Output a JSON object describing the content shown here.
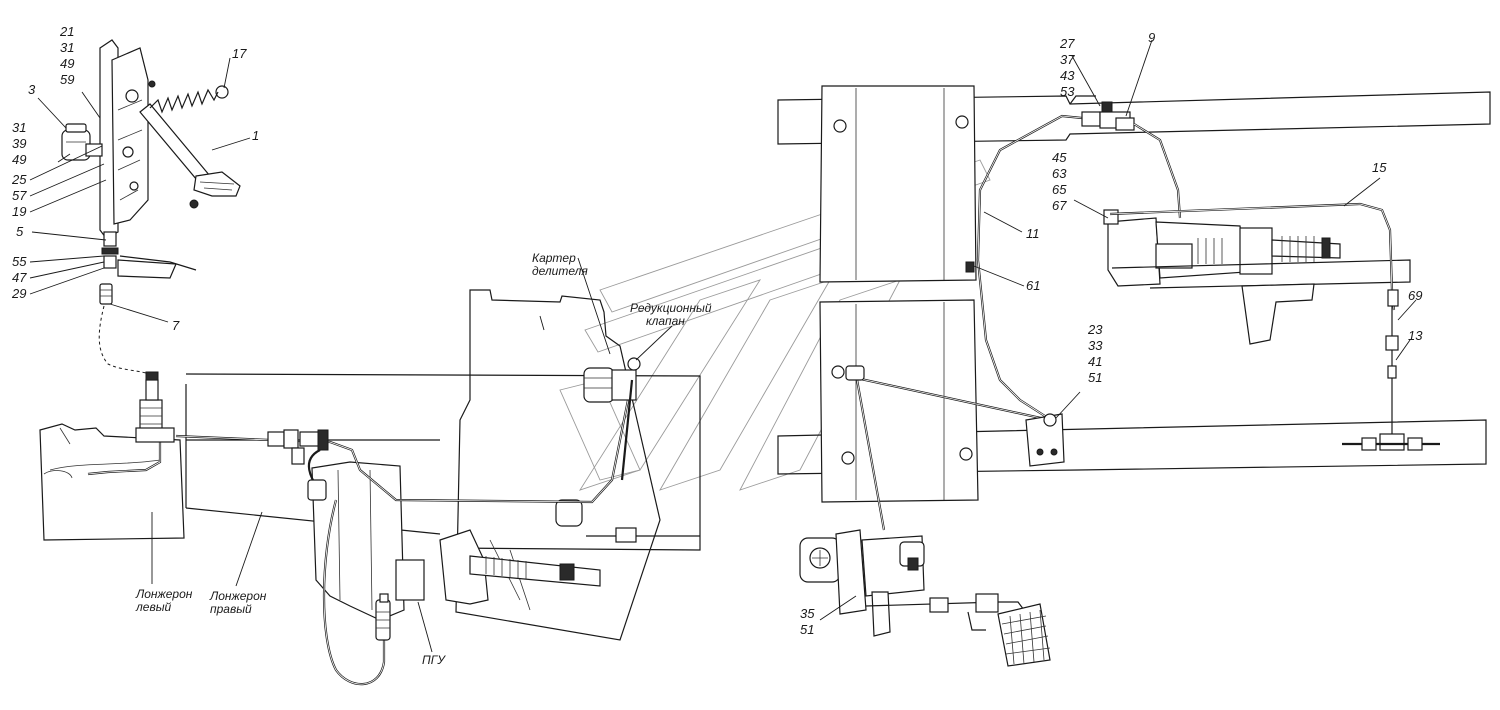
{
  "callouts": {
    "c21": "21",
    "c31a": "31",
    "c49a": "49",
    "c59": "59",
    "c3": "3",
    "c31b": "31",
    "c39": "39",
    "c49b": "49",
    "c25": "25",
    "c57": "57",
    "c19": "19",
    "c5": "5",
    "c55": "55",
    "c47": "47",
    "c29": "29",
    "c7": "7",
    "c17": "17",
    "c1": "1",
    "c27": "27",
    "c37": "37",
    "c43": "43",
    "c53": "53",
    "c9": "9",
    "c45": "45",
    "c63": "63",
    "c65": "65",
    "c67": "67",
    "c11": "11",
    "c61": "61",
    "c15": "15",
    "c69": "69",
    "c13": "13",
    "c23": "23",
    "c33": "33",
    "c41": "41",
    "c51a": "51",
    "c35": "35",
    "c51b": "51"
  },
  "captions": {
    "karter_line1": "Картер",
    "karter_line2": "делителя",
    "reduction_line1": "Редукционный",
    "reduction_line2": "клапан",
    "left_member_line1": "Лонжерон",
    "left_member_line2": "левый",
    "right_member_line1": "Лонжерон",
    "right_member_line2": "правый",
    "pgu": "ПГУ"
  }
}
